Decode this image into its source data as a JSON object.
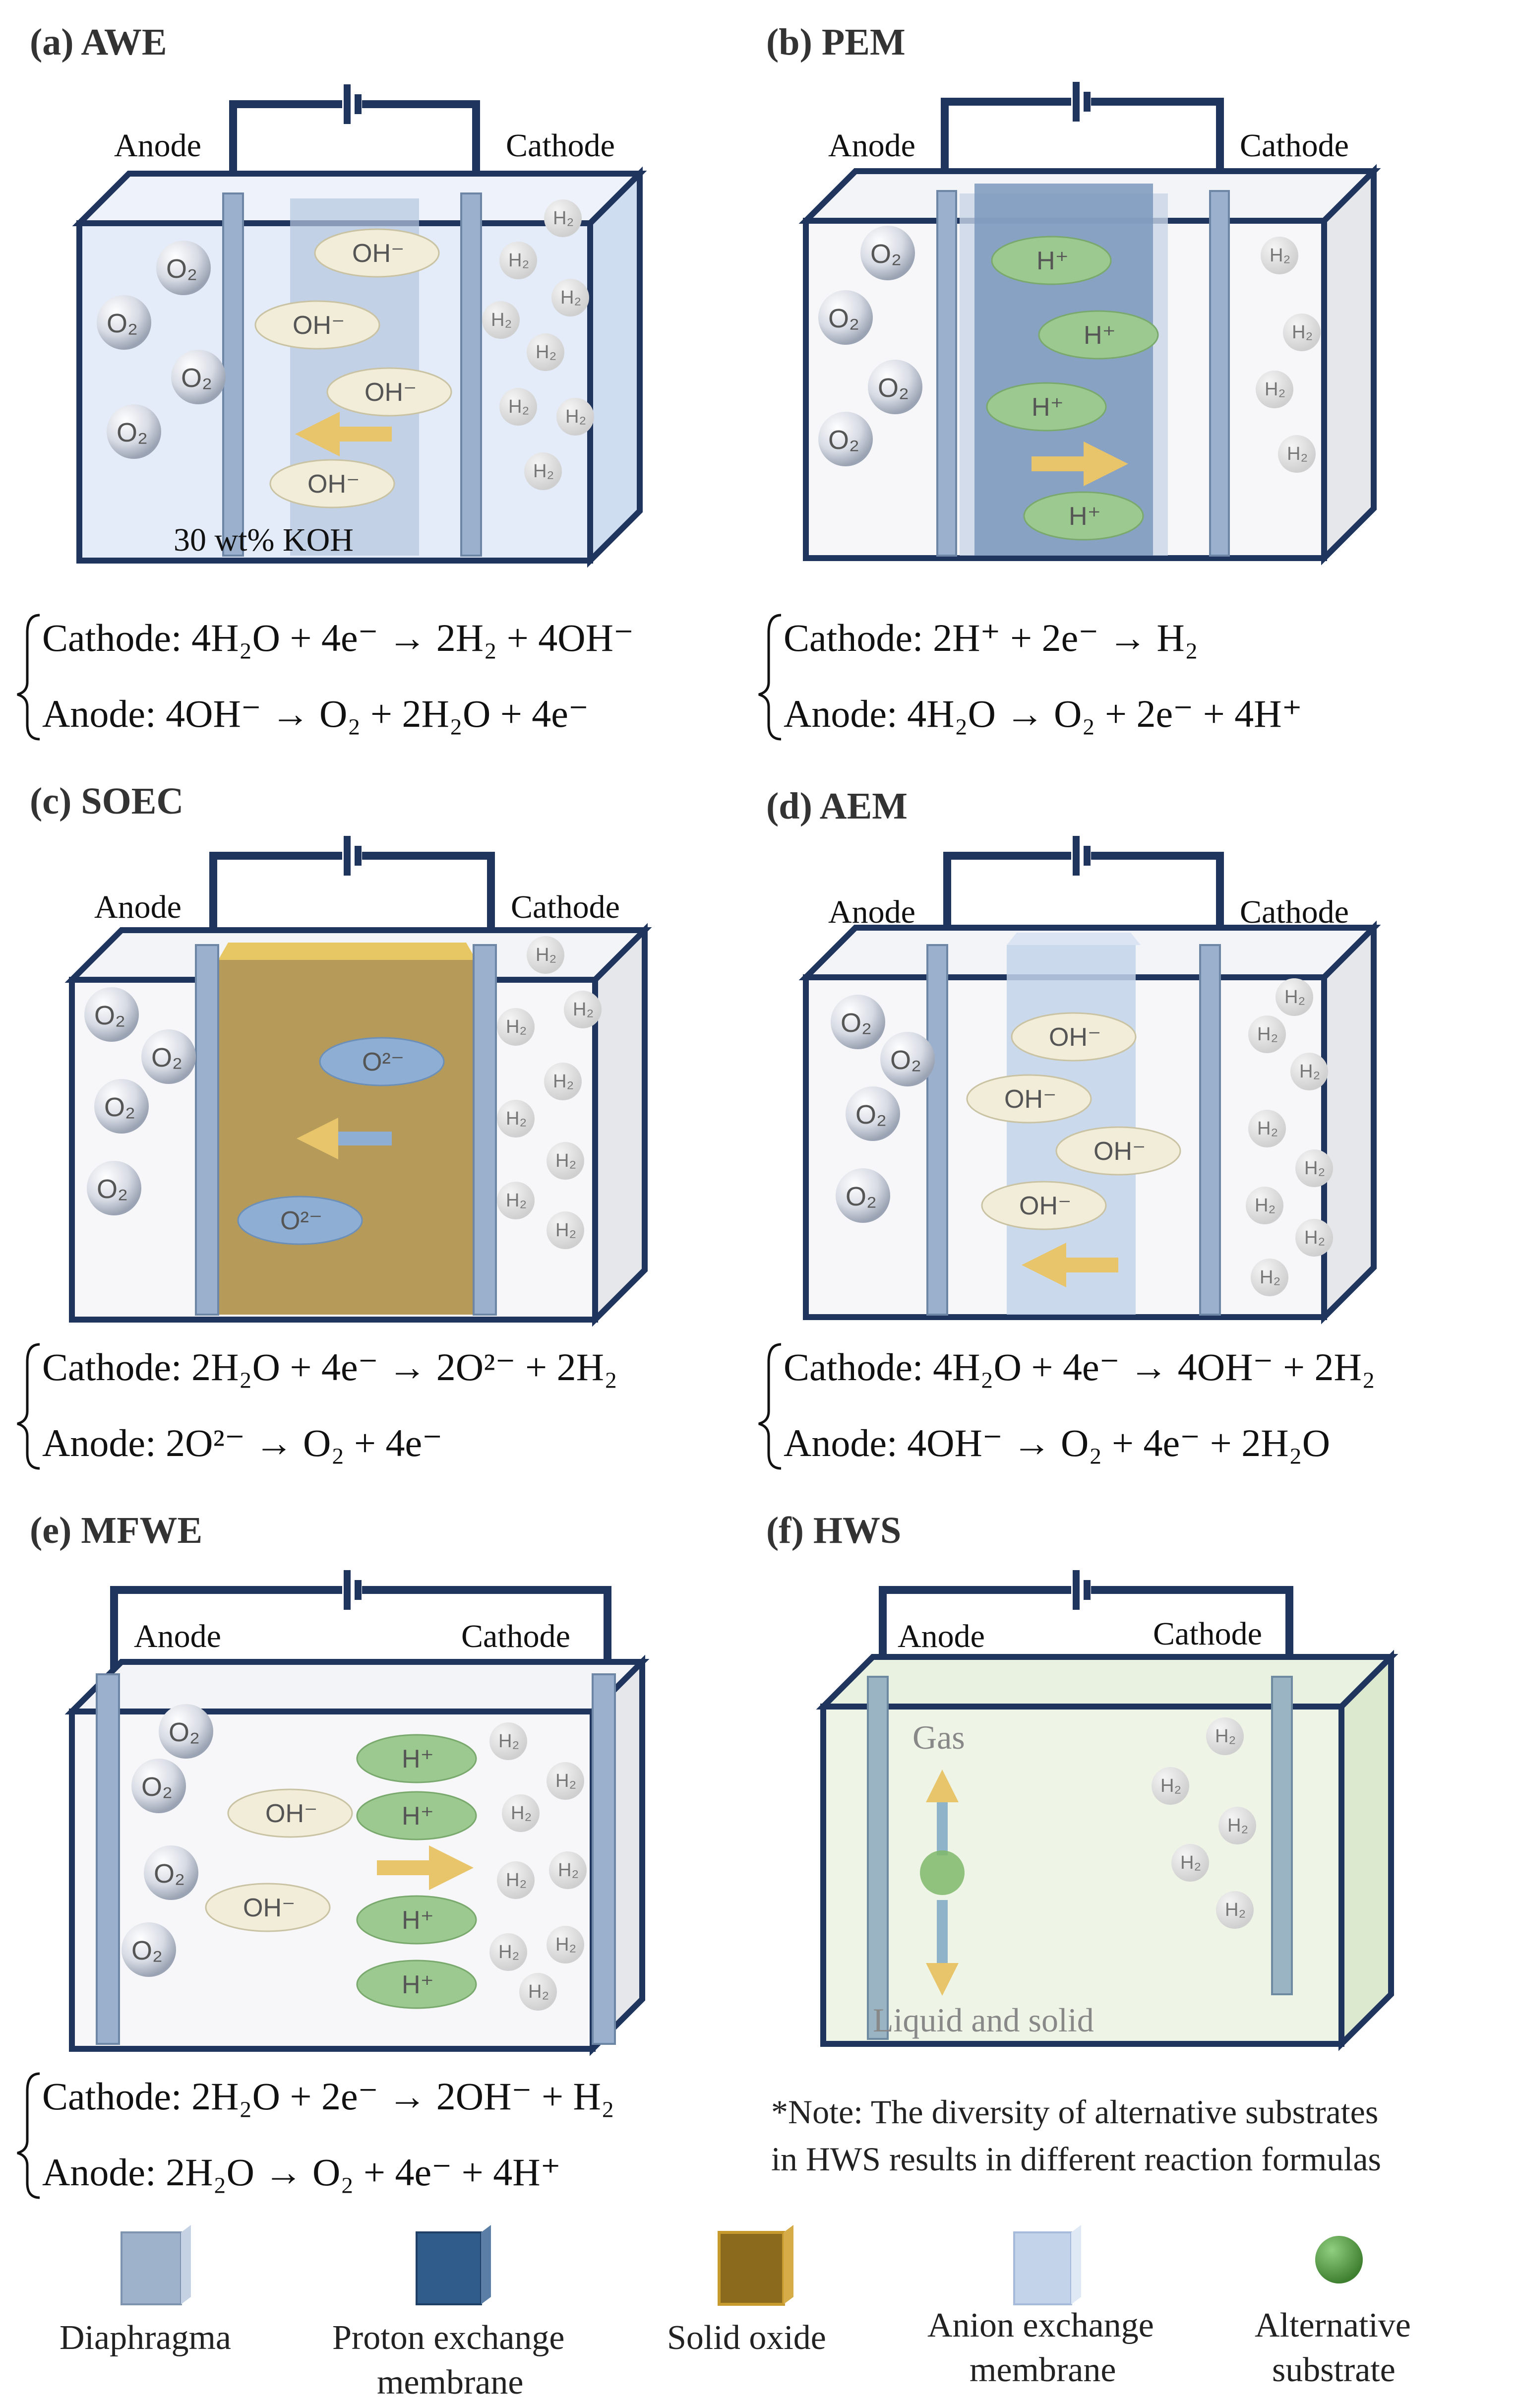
{
  "panels": {
    "a": {
      "title": "(a) AWE",
      "anode": "Anode",
      "cathode": "Cathode",
      "electrolyte": "30 wt% KOH",
      "eq_cathode": "Cathode: 4H₂O + 4e⁻ → 2H₂ + 4OH⁻",
      "eq_anode": "Anode: 4OH⁻ → O₂ + 2H₂O + 4e⁻"
    },
    "b": {
      "title": "(b) PEM",
      "anode": "Anode",
      "cathode": "Cathode",
      "eq_cathode": "Cathode: 2H⁺ + 2e⁻ → H₂",
      "eq_anode": "Anode: 4H₂O → O₂ + 2e⁻ + 4H⁺"
    },
    "c": {
      "title": "(c) SOEC",
      "anode": "Anode",
      "cathode": "Cathode",
      "eq_cathode": "Cathode: 2H₂O + 4e⁻ → 2O²⁻ + 2H₂",
      "eq_anode": "Anode: 2O²⁻ → O₂ + 4e⁻"
    },
    "d": {
      "title": "(d) AEM",
      "anode": "Anode",
      "cathode": "Cathode",
      "eq_cathode": "Cathode: 4H₂O + 4e⁻ → 4OH⁻ + 2H₂",
      "eq_anode": "Anode: 4OH⁻ → O₂ + 4e⁻ + 2H₂O"
    },
    "e": {
      "title": "(e) MFWE",
      "anode": "Anode",
      "cathode": "Cathode",
      "eq_cathode": "Cathode: 2H₂O + 2e⁻ → 2OH⁻ + H₂",
      "eq_anode": "Anode: 2H₂O → O₂ + 4e⁻ + 4H⁺"
    },
    "f": {
      "title": "(f) HWS",
      "anode": "Anode",
      "cathode": "Cathode",
      "gas": "Gas",
      "liquid": "Liquid and solid",
      "note_1": "*Note: The diversity of alternative substrates",
      "note_2": "in HWS results in different reaction formulas"
    }
  },
  "species": {
    "o2": "O₂",
    "h2": "H₂",
    "oh": "OH⁻",
    "hplus": "H⁺",
    "o2minus": "O²⁻"
  },
  "legend": [
    {
      "label_1": "Diaphragma",
      "label_2": "",
      "color": "#9fb2cc"
    },
    {
      "label_1": "Proton exchange",
      "label_2": "membrane",
      "color": "#2f5c8a"
    },
    {
      "label_1": "Solid oxide",
      "label_2": "",
      "color": "#8c6a1d"
    },
    {
      "label_1": "Anion exchange",
      "label_2": "membrane",
      "color": "#c3d3ea"
    },
    {
      "label_1": "Alternative",
      "label_2": "substrate",
      "color": "#4a8a3a"
    }
  ],
  "colors": {
    "frame": "#1f355e",
    "electrode": "#9ab0cc",
    "ion_green": "#9cc98f",
    "ion_cream": "#f1edd9",
    "ion_blue": "#8eaed4",
    "arrow": "#e8c56a"
  }
}
